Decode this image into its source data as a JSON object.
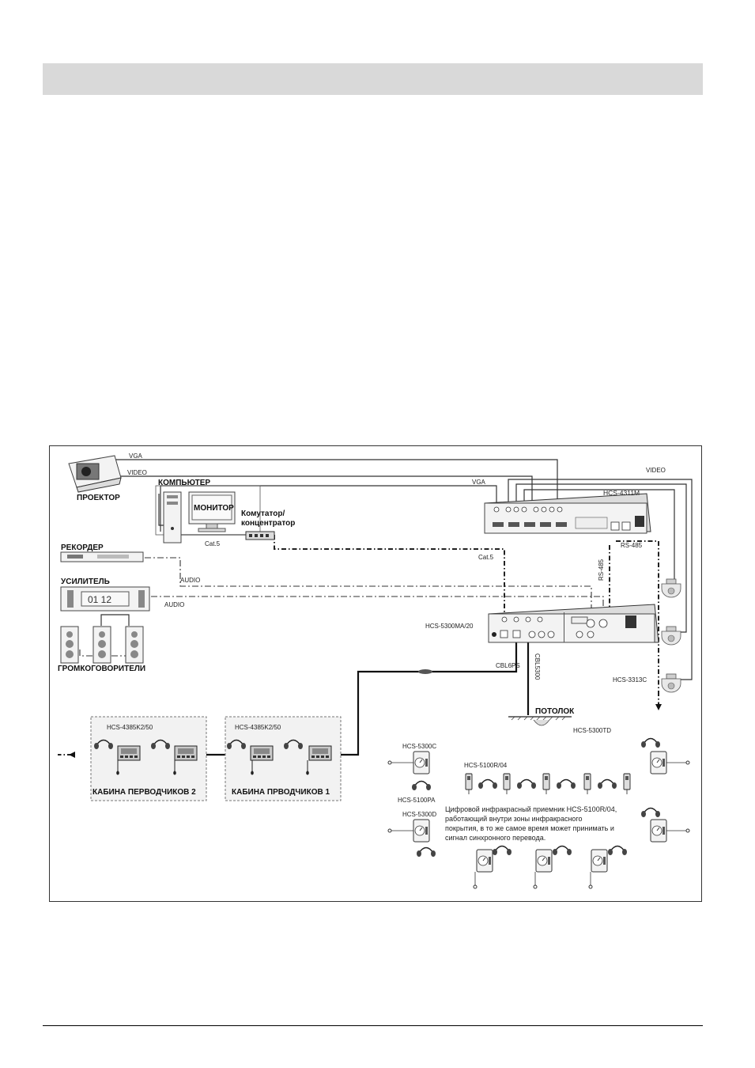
{
  "diagram": {
    "labels": {
      "projector": "ПРОЕКТОР",
      "computer": "КОМПЬЮТЕР",
      "monitor": "МОНИТОР",
      "switch_line1": "Комутатор/",
      "switch_line2": "концентратор",
      "recorder": "РЕКОРДЕР",
      "amplifier": "УСИЛИТЕЛЬ",
      "speakers": "ГРОМКОГОВОРИТЕЛИ",
      "booth1": "КАБИНА ПРВОДЧИКОВ 1",
      "booth2": "КАБИНА ПЕРВОДЧИКОВ 2",
      "ceiling": "ПОТОЛОК"
    },
    "signals": {
      "vga_top": "VGA",
      "video_top": "VIDEO",
      "vga_right": "VGA",
      "video_right": "VIDEO",
      "cat5_left": "Cat.5",
      "cat5_mid": "Cat.5",
      "audio1": "AUDIO",
      "audio2": "AUDIO",
      "rs485_a": "RS-485",
      "rs485_b": "RS-485",
      "cbl6ps": "CBL6PS",
      "cbl5300": "CBL5300"
    },
    "models": {
      "hcs4311m": "HCS-4311M",
      "hcs5300ma": "HCS-5300MA/20",
      "hcs3313c": "HCS-3313C",
      "hcs5300td": "HCS-5300TD",
      "booth1_model": "HCS-4385K2/50",
      "booth2_model": "HCS-4385K2/50",
      "hcs5300c": "HCS-5300C",
      "hcs5100pa": "HCS-5100PA",
      "hcs5300d": "HCS-5300D",
      "hcs5100r": "HCS-5100R/04"
    },
    "note": {
      "line1": "Цифровой инфракрасный приемник HCS-5100R/04,",
      "line2": "работающий внутри зоны инфракрасного",
      "line3": "покрытия, в то же самое время может принимать и",
      "line4": "сигнал синхронного перевода."
    }
  }
}
